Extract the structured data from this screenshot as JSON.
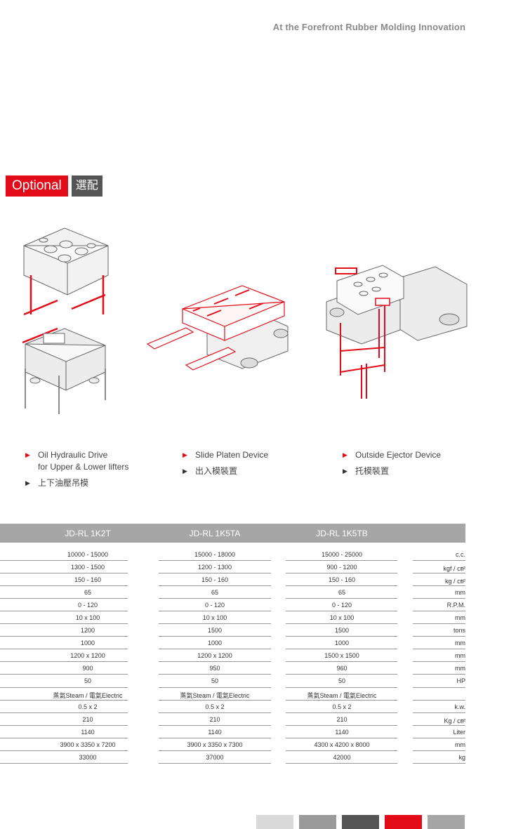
{
  "tagline": "At the Forefront Rubber Molding Innovation",
  "optional": {
    "en": "Optional",
    "zh": "選配"
  },
  "features": [
    {
      "lines_en": [
        "Oil Hydraulic Drive",
        "for Upper & Lower lifters"
      ],
      "zh": "上下油壓吊模"
    },
    {
      "lines_en": [
        "Slide Platen Device"
      ],
      "zh": "出入模裝置"
    },
    {
      "lines_en": [
        "Outside Ejector Device"
      ],
      "zh": "托模裝置"
    }
  ],
  "spec": {
    "models": [
      "JD-RL 1K2T",
      "JD-RL 1K5TA",
      "JD-RL 1K5TB"
    ],
    "rows": [
      {
        "values": [
          "10000 - 15000",
          "15000 - 18000",
          "15000 - 25000"
        ],
        "unit": "c.c."
      },
      {
        "values": [
          "1300 - 1500",
          "1200 - 1300",
          "900 - 1200"
        ],
        "unit": "kgf / ㎝²"
      },
      {
        "values": [
          "150 - 160",
          "150 - 160",
          "150 - 160"
        ],
        "unit": "kg / ㎝²"
      },
      {
        "values": [
          "65",
          "65",
          "65"
        ],
        "unit": "mm"
      },
      {
        "values": [
          "0 - 120",
          "0 - 120",
          "0 - 120"
        ],
        "unit": "R.P.M."
      },
      {
        "values": [
          "10 x 100",
          "10 x 100",
          "10 x 100"
        ],
        "unit": "mm"
      },
      {
        "values": [
          "1200",
          "1500",
          "1500"
        ],
        "unit": "tons"
      },
      {
        "values": [
          "1000",
          "1000",
          "1000"
        ],
        "unit": "mm"
      },
      {
        "values": [
          "1200 x 1200",
          "1200 x 1200",
          "1500 x 1500"
        ],
        "unit": "mm"
      },
      {
        "values": [
          "900",
          "950",
          "960"
        ],
        "unit": "mm"
      },
      {
        "values": [
          "50",
          "50",
          "50"
        ],
        "unit": "HP"
      },
      {
        "values": [
          "蒸氣Steam / 電氣Electric",
          "蒸氣Steam / 電氣Electric",
          "蒸氣Steam / 電氣Electric"
        ],
        "unit": ""
      },
      {
        "values": [
          "0.5 x 2",
          "0.5 x 2",
          "0.5 x 2"
        ],
        "unit": "k.w."
      },
      {
        "values": [
          "210",
          "210",
          "210"
        ],
        "unit": "Kg / ㎝²"
      },
      {
        "values": [
          "1140",
          "1140",
          "1140"
        ],
        "unit": "Liter"
      },
      {
        "values": [
          "3900 x 3350 x 7200",
          "3900 x 3350 x 7300",
          "4300 x 4200 x 8000"
        ],
        "unit": "mm"
      },
      {
        "values": [
          "33000",
          "37000",
          "42000"
        ],
        "unit": "kg"
      }
    ]
  },
  "swatches": [
    "#d9d9d9",
    "#9a9a9a",
    "#555555",
    "#e30b17",
    "#a6a6a6"
  ]
}
